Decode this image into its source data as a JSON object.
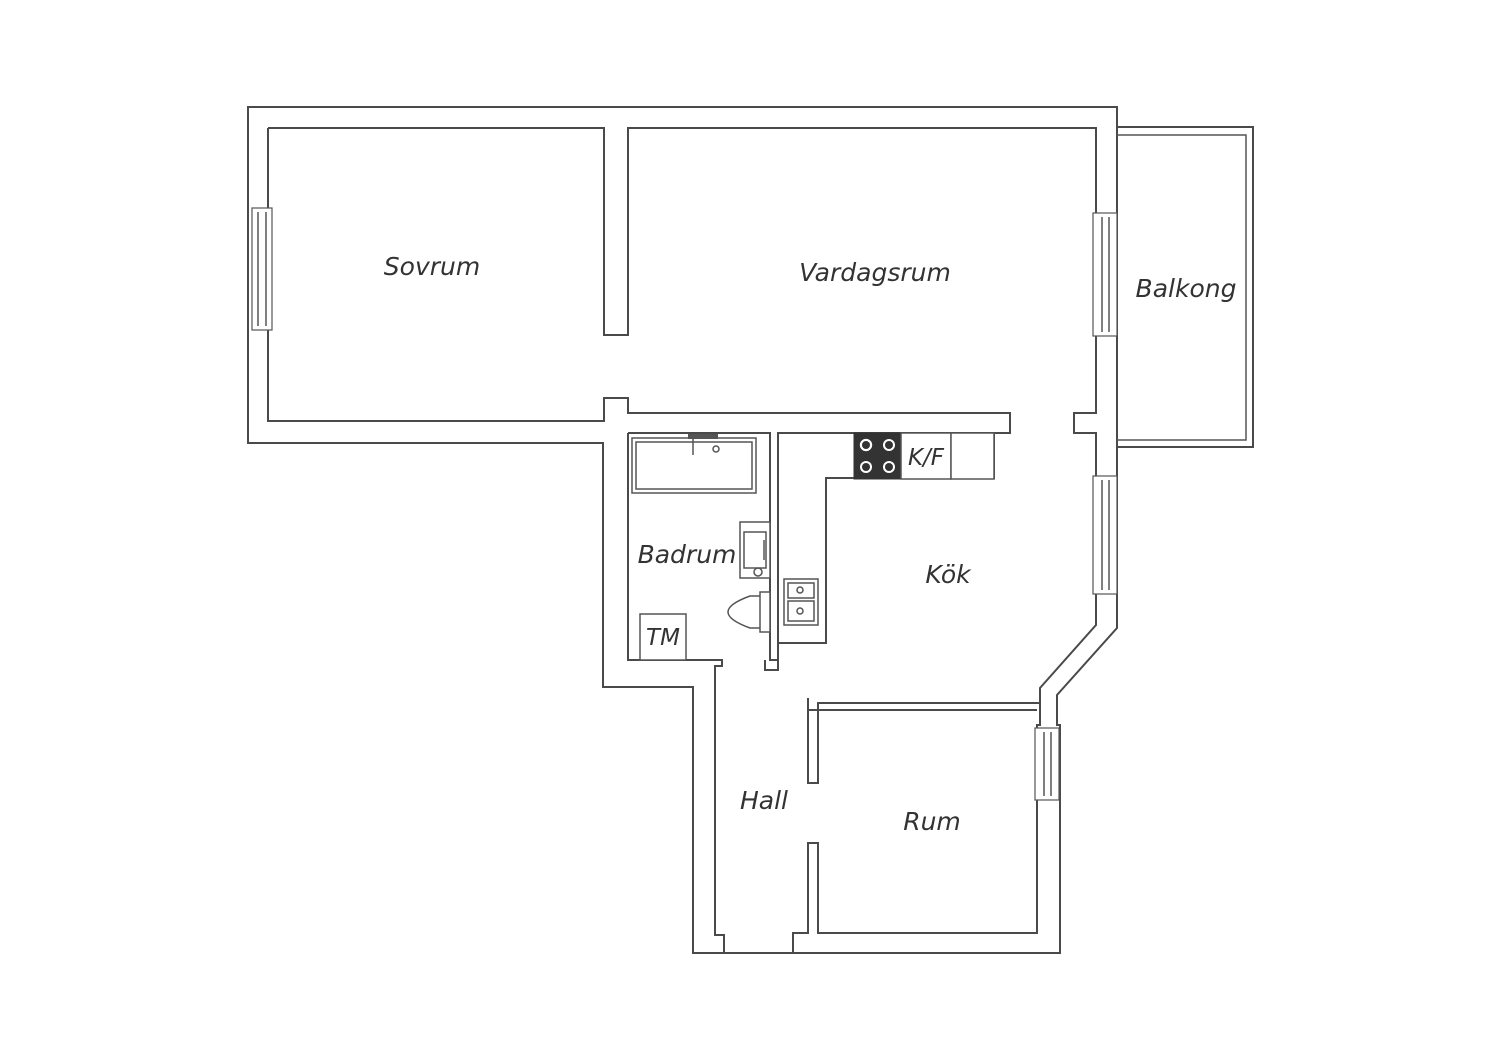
{
  "rooms": {
    "sovrum": "Sovrum",
    "vardagsrum": "Vardagsrum",
    "balkong": "Balkong",
    "badrum": "Badrum",
    "kok": "Kök",
    "hall": "Hall",
    "rum": "Rum"
  },
  "fixtures": {
    "kf": "K/F",
    "tm": "TM"
  },
  "colors": {
    "wall": "#4a4a4a",
    "stove": "#333333",
    "background": "#ffffff"
  }
}
